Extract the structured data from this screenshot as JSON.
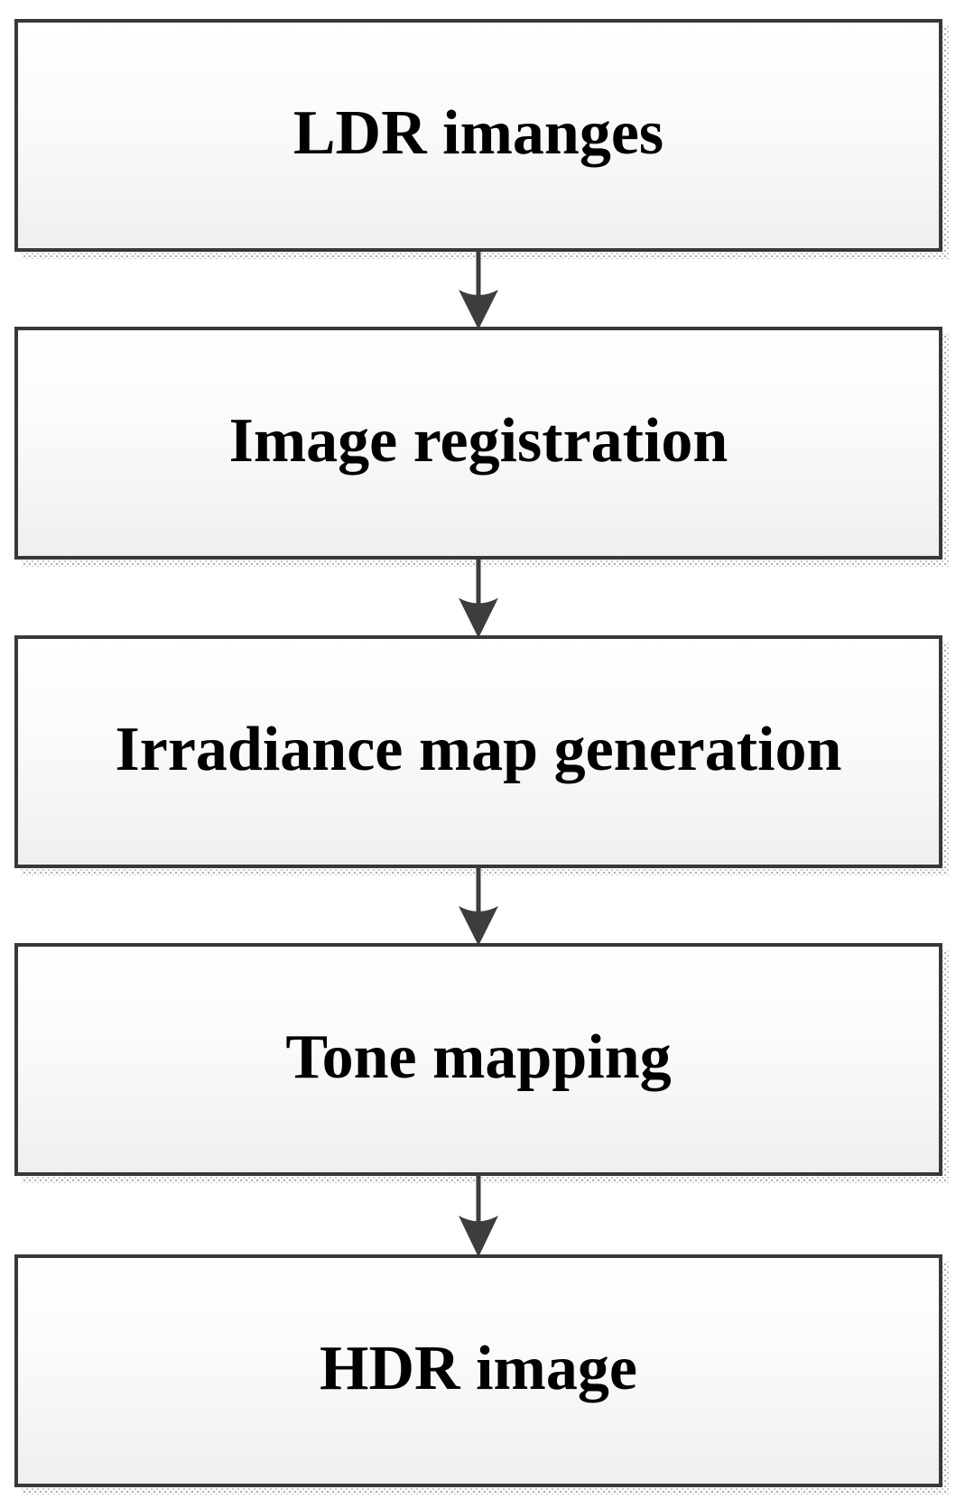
{
  "diagram": {
    "type": "flowchart",
    "direction": "top-down",
    "nodes": [
      {
        "id": "ldr-images",
        "label": "LDR imanges"
      },
      {
        "id": "image-registration",
        "label": "Image registration"
      },
      {
        "id": "irradiance-map-generation",
        "label": "Irradiance map generation"
      },
      {
        "id": "tone-mapping",
        "label": "Tone mapping"
      },
      {
        "id": "hdr-image",
        "label": "HDR image"
      }
    ],
    "edges": [
      {
        "from": "ldr-images",
        "to": "image-registration"
      },
      {
        "from": "image-registration",
        "to": "irradiance-map-generation"
      },
      {
        "from": "irradiance-map-generation",
        "to": "tone-mapping"
      },
      {
        "from": "tone-mapping",
        "to": "hdr-image"
      }
    ],
    "colors": {
      "node_border": "#383838",
      "node_fill_top": "#ffffff",
      "node_fill_bottom": "#efefef",
      "shadow_dots": "#b2b2b2",
      "arrow": "#3d3d3d",
      "text": "#000000",
      "background": "#ffffff"
    }
  }
}
